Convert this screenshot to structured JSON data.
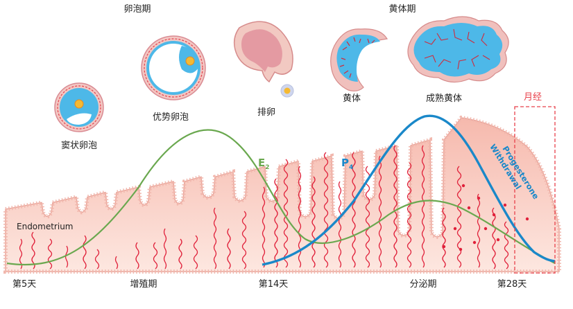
{
  "phases": {
    "follicular": "卵泡期",
    "luteal": "黄体期",
    "proliferative": "增殖期",
    "secretory": "分泌期"
  },
  "stages": {
    "antral_follicle": "窦状卵泡",
    "dominant_follicle": "优势卵泡",
    "ovulation": "排卵",
    "corpus_luteum": "黄体",
    "mature_corpus_luteum": "成熟黄体",
    "menstruation": "月经"
  },
  "days": {
    "day5": "第5天",
    "day14": "第14天",
    "day28": "第28天"
  },
  "tissue_label": "Endometrium",
  "hormones": {
    "e2": {
      "base": "E",
      "sub": "2",
      "color": "#6aa84f"
    },
    "p4": {
      "base": "P",
      "sub": "4",
      "color": "#1a88c9"
    },
    "withdrawal_line1": "Progesterone",
    "withdrawal_line2": "Withdrawal"
  },
  "colors": {
    "tissue": "#f7c8be",
    "vessel": "#e0203a",
    "menses_box": "#e8404a",
    "follicle_blue": "#4db8e8"
  }
}
